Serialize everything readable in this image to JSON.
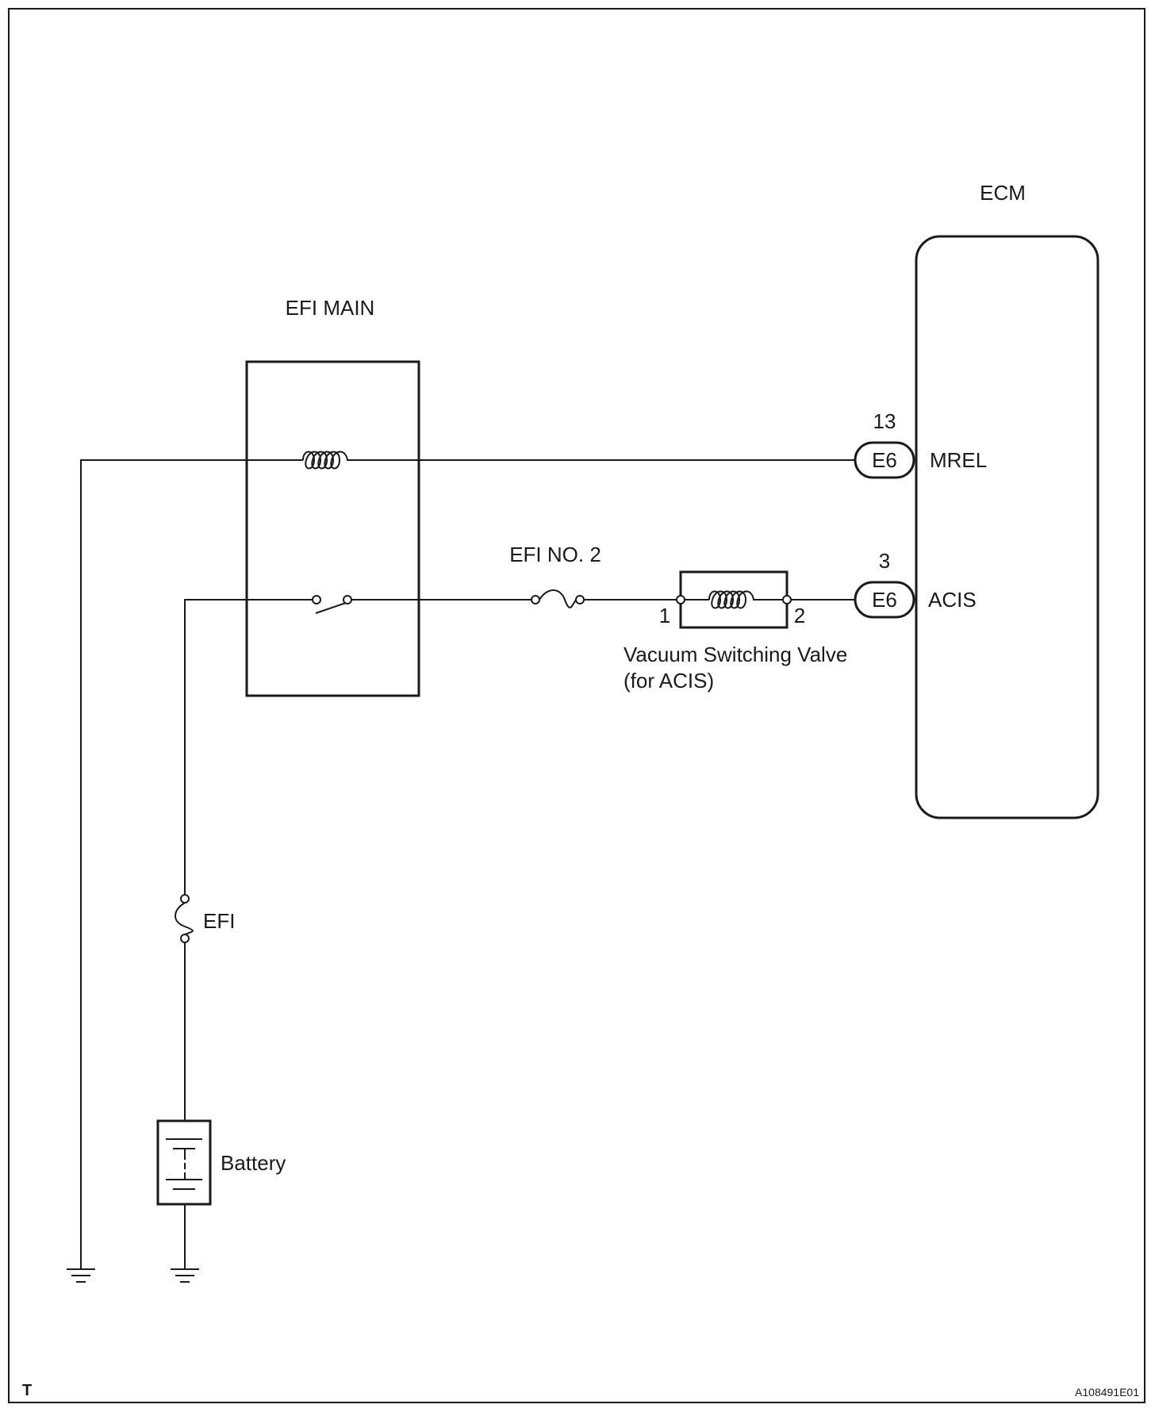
{
  "ecm": {
    "label": "ECM"
  },
  "efi_main": {
    "label": "EFI MAIN"
  },
  "connectors": {
    "mrel": {
      "pin": "13",
      "code": "E6",
      "signal": "MREL"
    },
    "acis": {
      "pin": "3",
      "code": "E6",
      "signal": "ACIS"
    }
  },
  "fuses": {
    "efi_no2": {
      "label": "EFI NO. 2"
    },
    "efi": {
      "label": "EFI"
    }
  },
  "vsv": {
    "pin1": "1",
    "pin2": "2",
    "label_line1": "Vacuum Switching Valve",
    "label_line2": "(for ACIS)"
  },
  "battery": {
    "label": "Battery"
  },
  "footer": {
    "corner_mark": "T",
    "figure_code": "A108491E01"
  },
  "colors": {
    "line": "#1a1a1a",
    "background": "#ffffff"
  }
}
